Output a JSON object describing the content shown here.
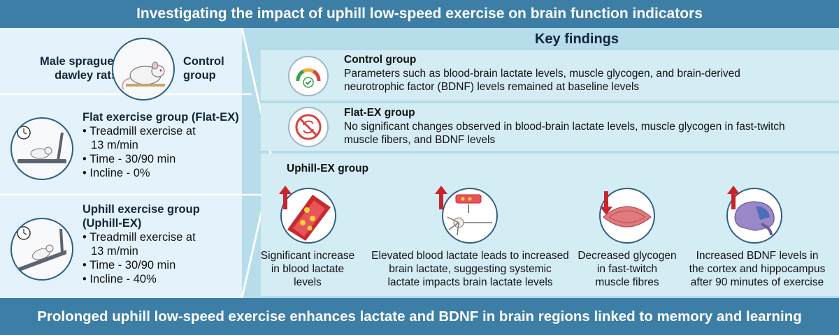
{
  "title": "Investigating the impact of uphill low-speed exercise on brain function indicators",
  "conclusion": "Prolonged uphill low-speed exercise enhances lactate and BDNF in brain regions linked to memory and learning",
  "left": {
    "subjects_line1": "Male sprague-",
    "subjects_line2": "dawley rats",
    "control_line1": "Control",
    "control_line2": "group",
    "flat": {
      "title": "Flat exercise group (Flat-EX)",
      "b1_line1": "• Treadmill exercise at",
      "b1_line2": "13 m/min",
      "b2": "• Time - 30/90 min",
      "b3": "• Incline - 0%"
    },
    "uphill": {
      "title_line1": "Uphill exercise group",
      "title_line2": "(Uphill-EX)",
      "b1_line1": "• Treadmill exercise at",
      "b1_line2": "13 m/min",
      "b2": "• Time - 30/90 min",
      "b3": "• Incline - 40%"
    }
  },
  "findings": {
    "title": "Key findings",
    "control": {
      "head": "Control group",
      "line1": "Parameters such as blood-brain lactate levels, muscle glycogen, and brain-derived",
      "line2": "neurotrophic factor (BDNF) levels remained at baseline levels"
    },
    "flat": {
      "head": "Flat-EX group",
      "line1": "No significant changes observed in blood-brain lactate levels, muscle glycogen in fast-twitch",
      "line2": "muscle fibers, and BDNF levels"
    },
    "uphill": {
      "head": "Uphill-EX group",
      "items": [
        {
          "l1": "Significant increase",
          "l2": "in blood lactate",
          "l3": "levels",
          "direction": "up"
        },
        {
          "l1": "Elevated blood lactate leads to increased",
          "l2": "brain lactate, suggesting systemic",
          "l3": "lactate impacts brain lactate levels",
          "direction": "up"
        },
        {
          "l1": "Decreased glycogen",
          "l2": "in fast-twitch",
          "l3": "muscle fibres",
          "direction": "down"
        },
        {
          "l1": "Increased BDNF levels in",
          "l2": "the cortex and hippocampus",
          "l3": "after 90 minutes of exercise",
          "direction": "up"
        }
      ]
    }
  },
  "colors": {
    "banner": "#3d7ea6",
    "left_panel": "#e4f3fb",
    "right_panel": "#b6dde9",
    "arrow_red": "#c8242c"
  }
}
